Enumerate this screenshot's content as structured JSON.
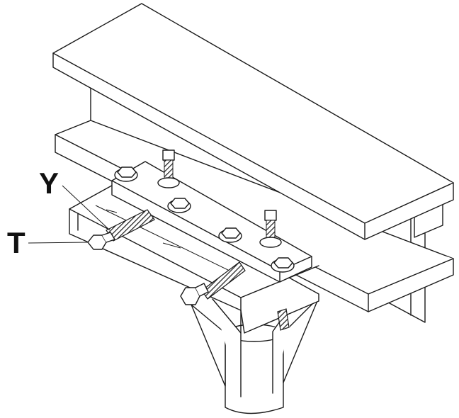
{
  "callouts": [
    {
      "id": "Y",
      "text": "Y"
    },
    {
      "id": "T",
      "text": "T"
    }
  ],
  "colors": {
    "line": "#1a1a1a",
    "fill": "#ffffff",
    "label": "#111111"
  }
}
